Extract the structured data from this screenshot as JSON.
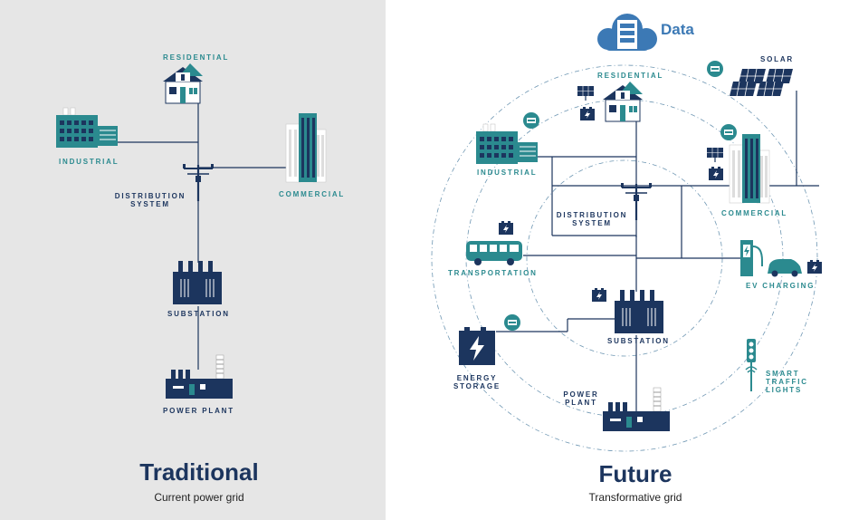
{
  "colors": {
    "navy": "#1c355e",
    "teal": "#2b8a8f",
    "left_bg": "#e6e6e6",
    "data_blue": "#3c79b5"
  },
  "traditional": {
    "title": "Traditional",
    "subtitle": "Current  power  grid",
    "labels": {
      "residential": "RESIDENTIAL",
      "industrial": "INDUSTRIAL",
      "commercial": "COMMERCIAL",
      "distribution": [
        "DISTRIBUTION",
        "SYSTEM"
      ],
      "substation": "SUBSTATION",
      "power_plant": "POWER PLANT"
    }
  },
  "future": {
    "title": "Future",
    "subtitle": "Transformative  grid",
    "data_label": "Data",
    "labels": {
      "residential": "RESIDENTIAL",
      "solar": "SOLAR",
      "industrial": "INDUSTRIAL",
      "commercial": "COMMERCIAL",
      "distribution": [
        "DISTRIBUTION",
        "SYSTEM"
      ],
      "transportation": "TRANSPORTATION",
      "ev_charging": "EV  CHARGING",
      "substation": "SUBSTATION",
      "energy_storage": [
        "ENERGY",
        "STORAGE"
      ],
      "power_plant": [
        "POWER",
        "PLANT"
      ],
      "smart_traffic": [
        "SMART",
        "TRAFFIC",
        "LIGHTS"
      ]
    }
  }
}
